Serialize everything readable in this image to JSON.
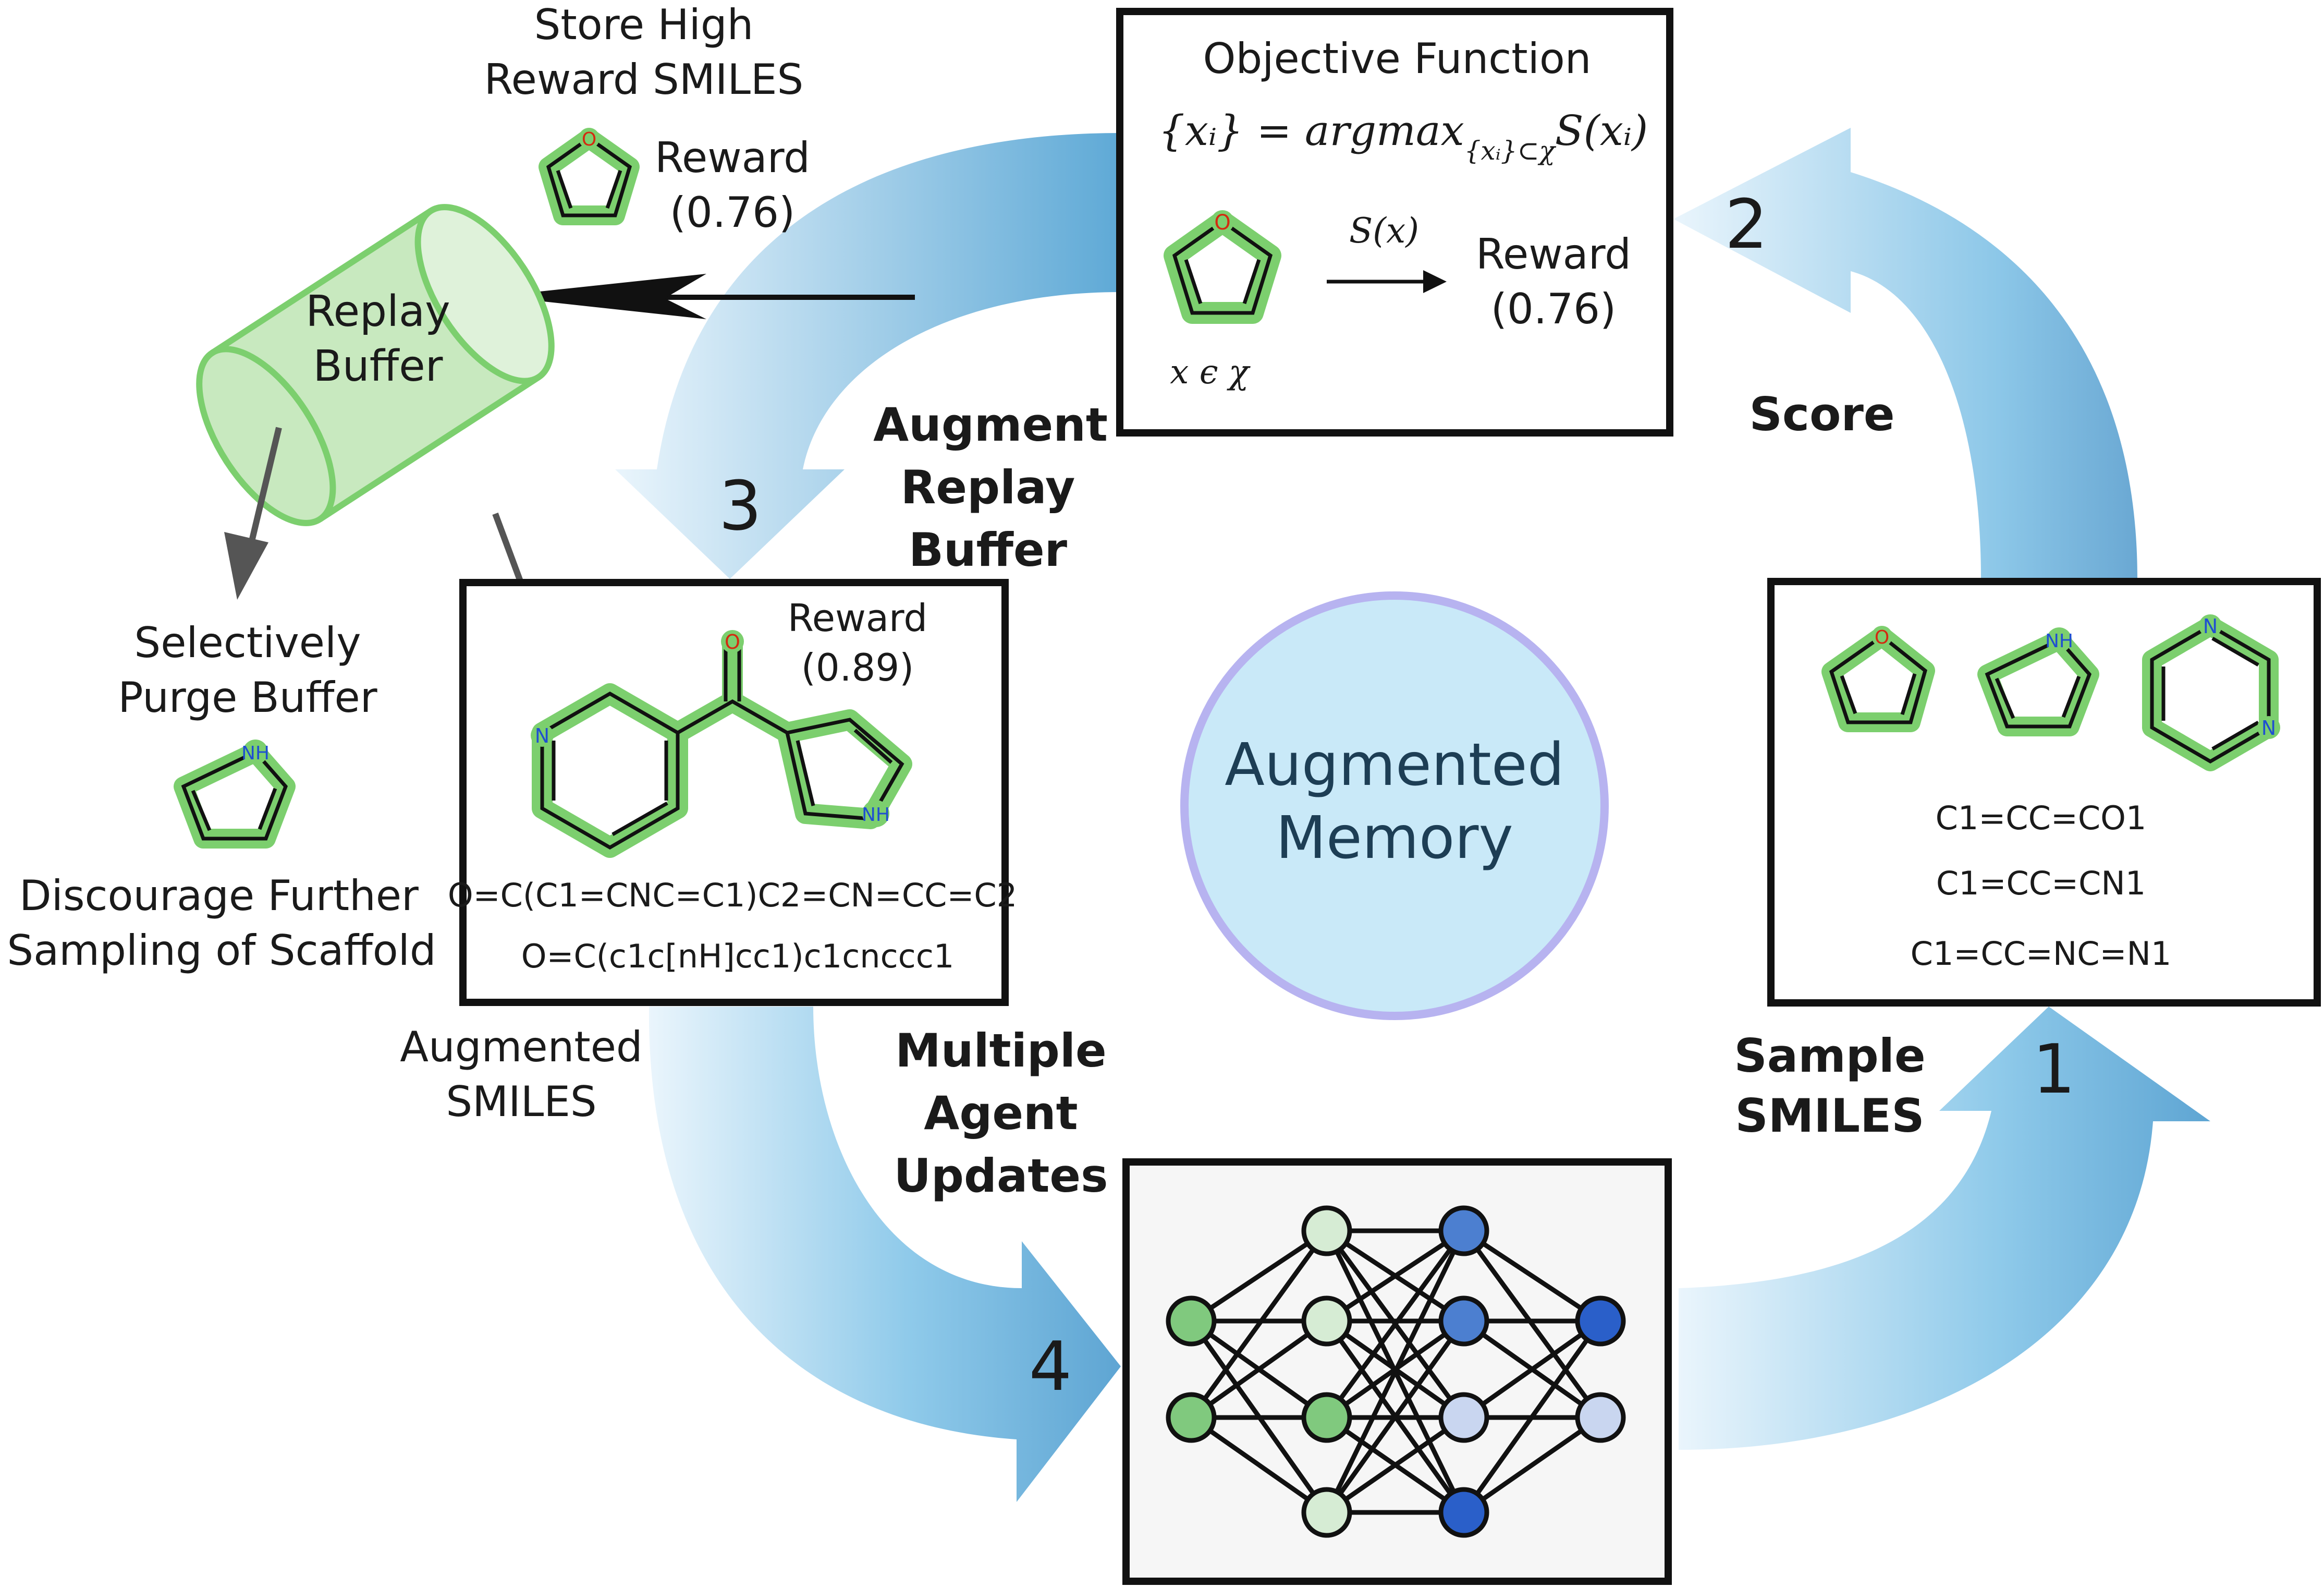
{
  "colors": {
    "arrow_dark": "#5fa9d4",
    "arrow_light": "#e3f1fa",
    "mol_highlight": "#7ccf6e",
    "buffer_fill": "#c8e9bf",
    "buffer_stroke": "#7ccf6e",
    "center_fill": "#c9e9f8",
    "center_stroke": "#b7b3f0",
    "node_green": "#80c97e",
    "node_lightgreen": "#d6ecd4",
    "node_blue": "#4c7fd0",
    "node_darkblue": "#2a5fc9",
    "node_lightblue": "#c9d6f0"
  },
  "step_numbers": {
    "step1": "1",
    "step2": "2",
    "step3": "3",
    "step4": "4"
  },
  "objective": {
    "title": "Objective Function",
    "formula_lhs": "{xᵢ} = argmax",
    "formula_sub": "{xᵢ}⊂χ",
    "formula_rhs": "S(xᵢ)",
    "score_fn": "S(x)",
    "reward_label": "Reward",
    "reward_value": "(0.76)",
    "domain": "x ϵ χ"
  },
  "store": {
    "title_line1": "Store High",
    "title_line2": "Reward SMILES",
    "reward_label": "Reward",
    "reward_value": "(0.76)"
  },
  "buffer": {
    "line1": "Replay",
    "line2": "Buffer"
  },
  "purge": {
    "line1": "Selectively",
    "line2": "Purge Buffer",
    "discourage1": "Discourage Further",
    "discourage2": "Sampling of Scaffold"
  },
  "augmented_box": {
    "reward_label": "Reward",
    "reward_value": "(0.89)",
    "smiles1": "O=C(C1=CNC=C1)C2=CN=CC=C2",
    "smiles2": "O=C(c1c[nH]cc1)c1cnccc1"
  },
  "augmented_smiles_label": {
    "line1": "Augmented",
    "line2": "SMILES"
  },
  "center": {
    "line1": "Augmented",
    "line2": "Memory"
  },
  "steps": {
    "score": "Score",
    "augment1": "Augment",
    "augment2": "Replay",
    "augment3": "Buffer",
    "multiple1": "Multiple",
    "multiple2": "Agent",
    "multiple3": "Updates",
    "sample1": "Sample",
    "sample2": "SMILES"
  },
  "sample_box": {
    "smiles": [
      "C1=CC=CO1",
      "C1=CC=CN1",
      "C1=CC=NC=N1"
    ]
  },
  "atoms": {
    "O": "O",
    "NH": "NH",
    "N": "N"
  }
}
